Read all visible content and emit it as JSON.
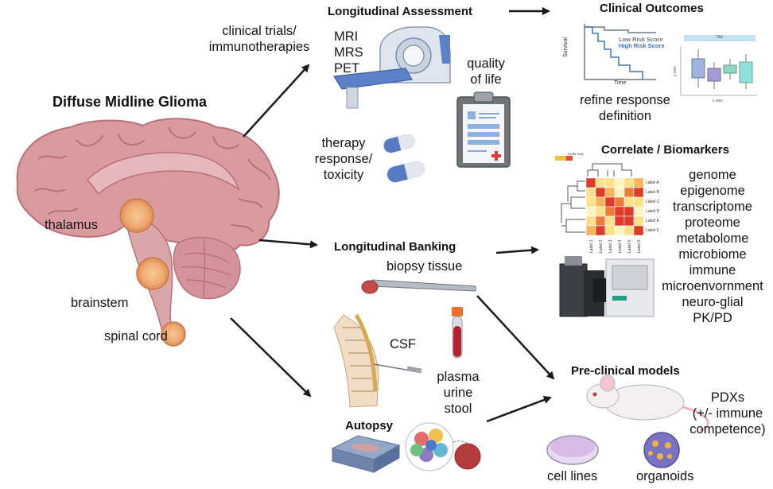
{
  "main_title": "Diffuse Midline Glioma",
  "locations": {
    "thalamus": "thalamus",
    "brainstem": "brainstem",
    "spinal_cord": "spinal cord"
  },
  "clinical_trials": [
    "clinical trials/",
    "immunotherapies"
  ],
  "longitudinal_assessment": {
    "title": "Longitudinal Assessment",
    "imaging": [
      "MRI",
      "MRS",
      "PET"
    ],
    "quality_of_life": [
      "quality",
      "of life"
    ],
    "therapy_response": [
      "therapy",
      "response/",
      "toxicity"
    ]
  },
  "clinical_outcomes": {
    "title": "Clinical Outcomes",
    "description": [
      "refine response",
      "definition"
    ],
    "km_plot": {
      "ylabel": "Survival",
      "xlabel": "Time",
      "legend": [
        "Low Risk Score",
        "High Risk Score"
      ]
    },
    "boxplot": {
      "title": "Title",
      "ylabel": "y axis",
      "xlabel": "x axis"
    }
  },
  "correlate": {
    "title": "Correlate / Biomarkers",
    "heatmap_key": "Color Key",
    "heatmap_rows": [
      "Label A",
      "Label B",
      "Label C",
      "Label D",
      "Label E",
      "Label F"
    ],
    "heatmap_cols": [
      "Label 1",
      "Label 2",
      "Label 3",
      "Label 4",
      "Label 5",
      "Label 6"
    ],
    "omics": [
      "genome",
      "epigenome",
      "transcriptome",
      "proteome",
      "metabolome",
      "microbiome",
      "immune",
      "microenvornment",
      "neuro-glial",
      "PK/PD"
    ]
  },
  "banking": {
    "title": "Longitudinal Banking",
    "biopsy": "biopsy tissue",
    "csf": "CSF",
    "fluids": [
      "plasma",
      "urine",
      "stool"
    ]
  },
  "autopsy": {
    "title": "Autopsy"
  },
  "preclinical": {
    "title": "Pre-clinical models",
    "pdx": [
      "PDXs",
      "(+/- immune",
      "competence)"
    ],
    "cell_lines": "cell lines",
    "organoids": "organoids"
  },
  "colors": {
    "brain": "#d9999f",
    "brain_dark": "#b97178",
    "tumor": "#f2b27b",
    "arrow": "#1a1a1a"
  }
}
